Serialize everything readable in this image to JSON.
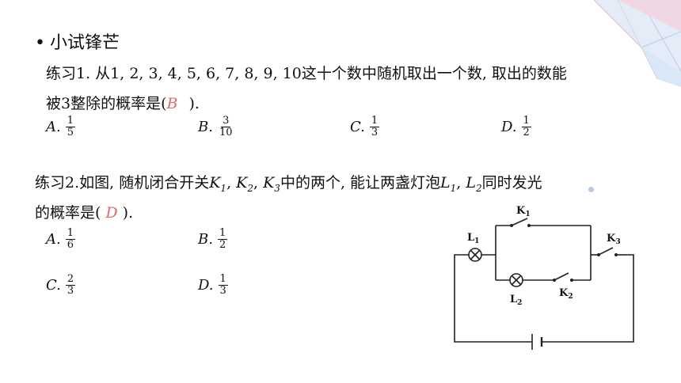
{
  "heading": {
    "bullet": "•",
    "title": "小试锋芒"
  },
  "q1": {
    "line1": "练习1. 从1, 2, 3, 4, 5, 6, 7, 8, 9, 10这十个数中随机取出一个数, 取出的数能",
    "line2_pre": "被3整除的概率是(",
    "answer": "B",
    "line2_post": ").",
    "options": [
      {
        "label": "A.",
        "num": "1",
        "den": "5"
      },
      {
        "label": "B.",
        "num": "3",
        "den": "10"
      },
      {
        "label": "C.",
        "num": "1",
        "den": "3"
      },
      {
        "label": "D.",
        "num": "1",
        "den": "2"
      }
    ]
  },
  "q2": {
    "line1_pre": "练习2.如图, 随机闭合开关",
    "k": "K",
    "s1": "1",
    "s2": "2",
    "s3": "3",
    "comma": ", ",
    "mid": "中的两个, 能让两盏灯泡",
    "l": "L",
    "end": "同时发光",
    "line2_pre": "的概率是(",
    "answer": "D",
    "line2_post": ").",
    "options": [
      {
        "label": "A.",
        "num": "1",
        "den": "6"
      },
      {
        "label": "B.",
        "num": "1",
        "den": "2"
      },
      {
        "label": "C.",
        "num": "2",
        "den": "3"
      },
      {
        "label": "D.",
        "num": "1",
        "den": "3"
      }
    ]
  },
  "circuit": {
    "k1": "K",
    "k1_sub": "1",
    "k2": "K",
    "k2_sub": "2",
    "k3": "K",
    "k3_sub": "3",
    "l1": "L",
    "l1_sub": "1",
    "l2": "L",
    "l2_sub": "2"
  }
}
